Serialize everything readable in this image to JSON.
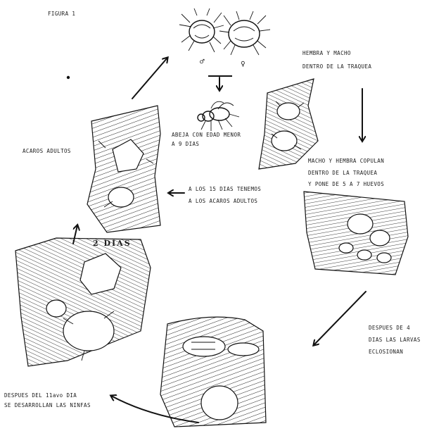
{
  "figure_label": "FIGURA 1",
  "labels": {
    "male_female_in_trachea": [
      "HEMBRA Y MACHO",
      "DENTRO DE LA TRAQUEA"
    ],
    "mating": [
      "MACHO Y HEMBRA COPULAN",
      "DENTRO DE LA TRAQUEA",
      "Y PONE DE 5 A 7 HUEVOS"
    ],
    "larvae_hatch": [
      "DESPUES DE 4",
      "DIAS LAS LARVAS",
      "ECLOSIONAN"
    ],
    "after_11th_day": [
      "DESPUES DEL 11avo DIA",
      "SE DESARROLLAN LAS NINFAS"
    ],
    "two_days": "2 DIAS",
    "adult_mites": "ACAROS ADULTOS",
    "after_15_days": [
      "A LOS 15 DIAS TENEMOS",
      "A LOS ACAROS ADULTOS"
    ],
    "young_bee": [
      "ABEJA CON EDAD MENOR",
      "A 9 DIAS"
    ]
  },
  "symbols": {
    "male": "♂",
    "female": "♀"
  }
}
